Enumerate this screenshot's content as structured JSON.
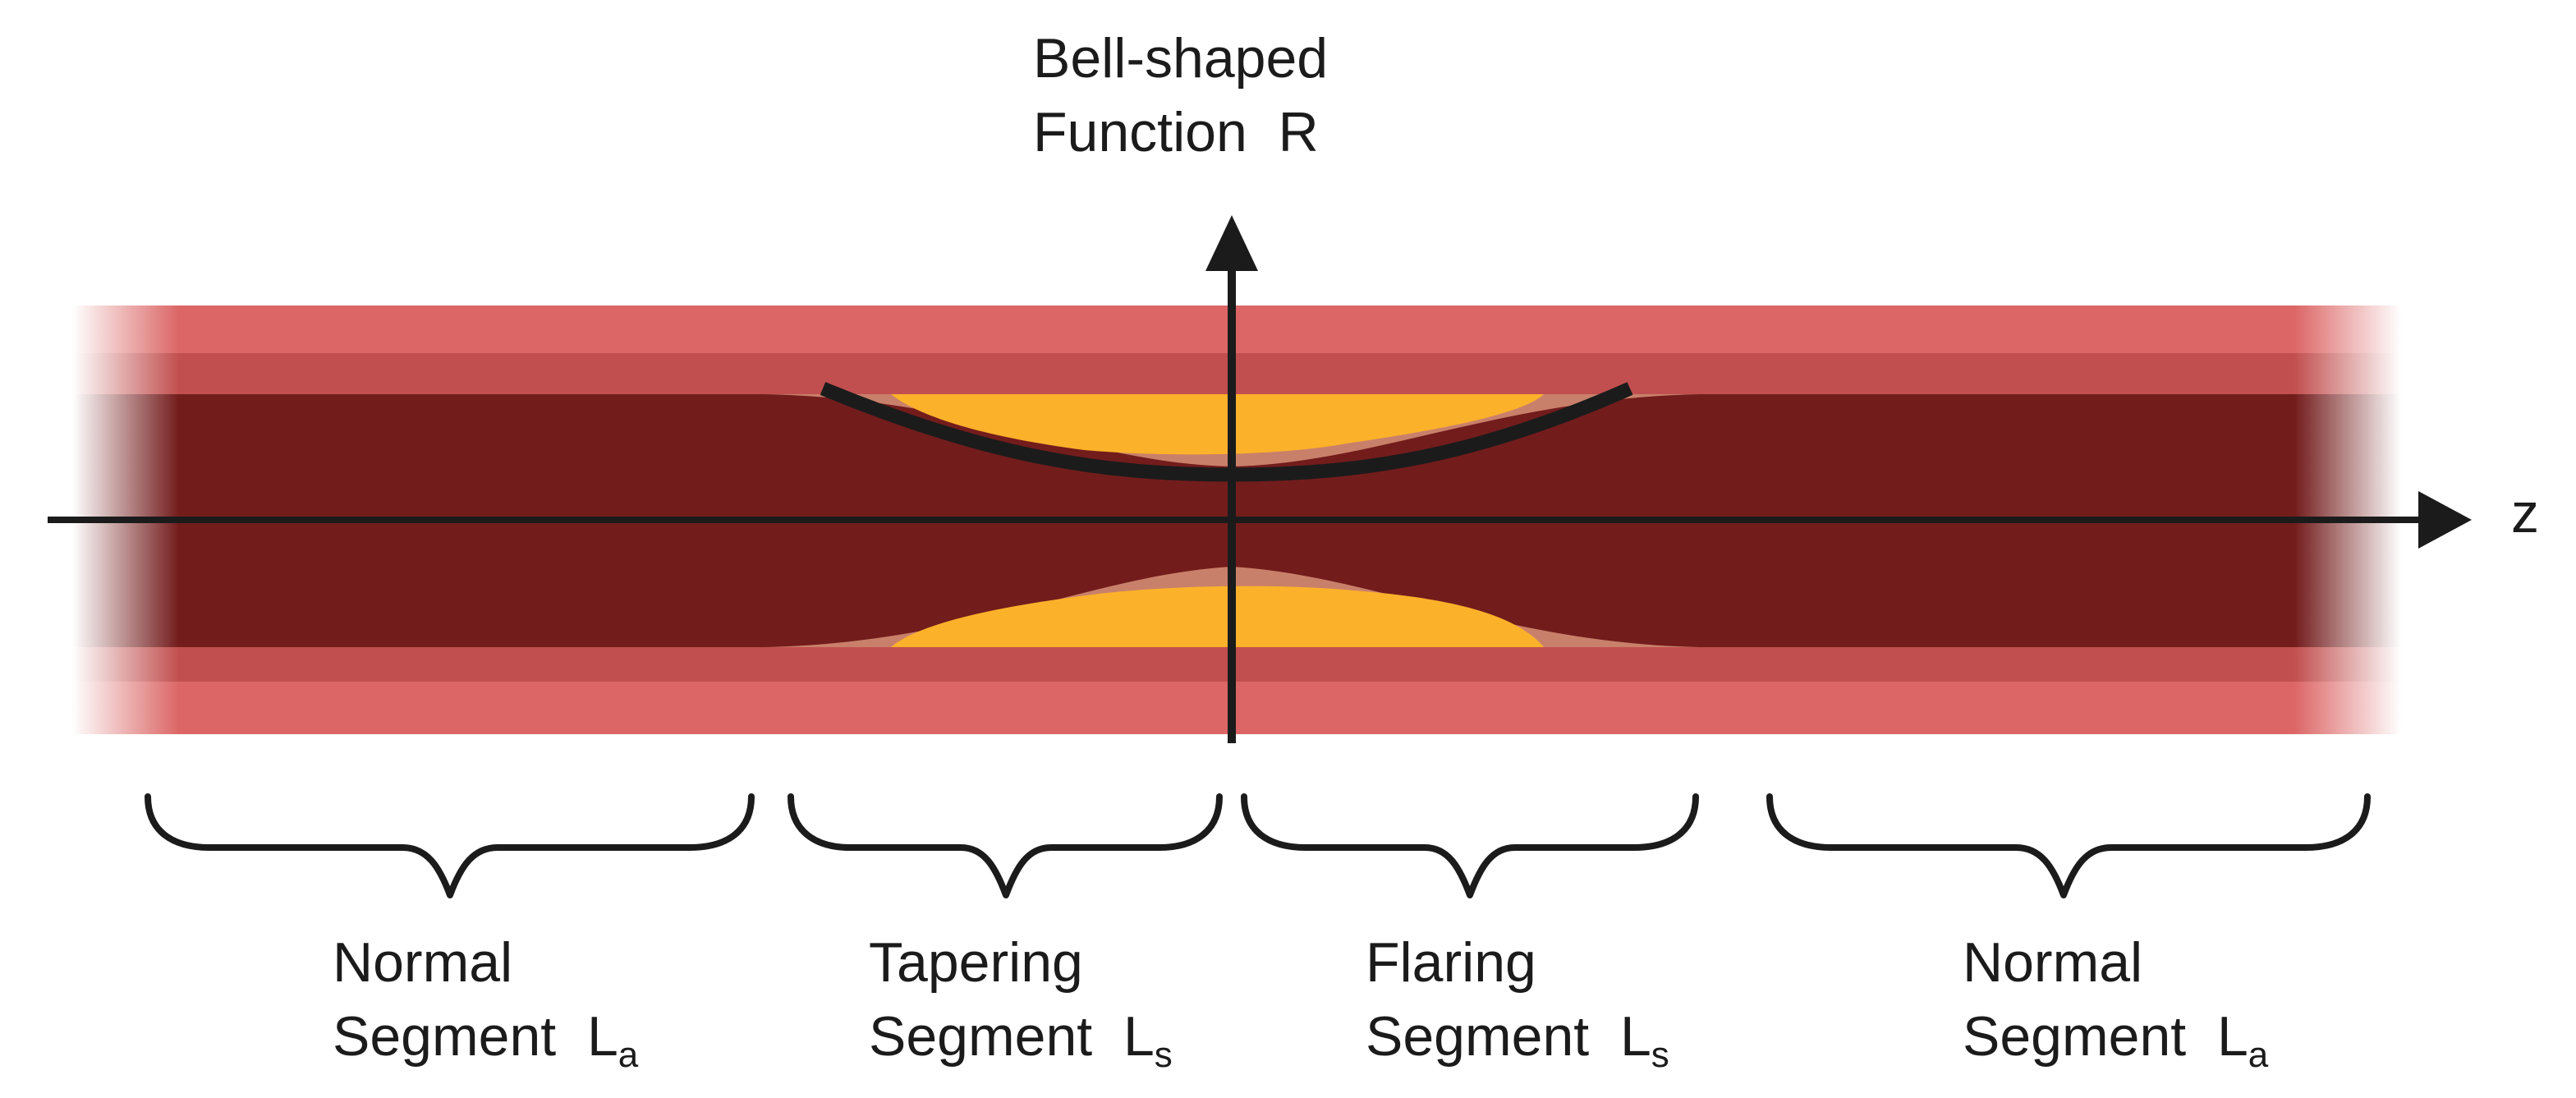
{
  "colors": {
    "outer_wall": "#dc6666",
    "inner_wall": "#c24f4f",
    "lumen": "#731c1c",
    "plaque_halo": "#c9806a",
    "plaque_core": "#fbb12a",
    "axis": "#1b1b1b",
    "text": "#1b1b1b",
    "background": "#ffffff"
  },
  "y_axis": {
    "label_line1": "Bell-shaped",
    "label_line2": "Function  R"
  },
  "x_axis": {
    "label": "z"
  },
  "segments": [
    {
      "line1": "Normal",
      "line2": "Segment  L",
      "subscript": "a"
    },
    {
      "line1": "Tapering",
      "line2": "Segment  L",
      "subscript": "s"
    },
    {
      "line1": "Flaring",
      "line2": "Segment  L",
      "subscript": "s"
    },
    {
      "line1": "Normal",
      "line2": "Segment  L",
      "subscript": "a"
    }
  ]
}
